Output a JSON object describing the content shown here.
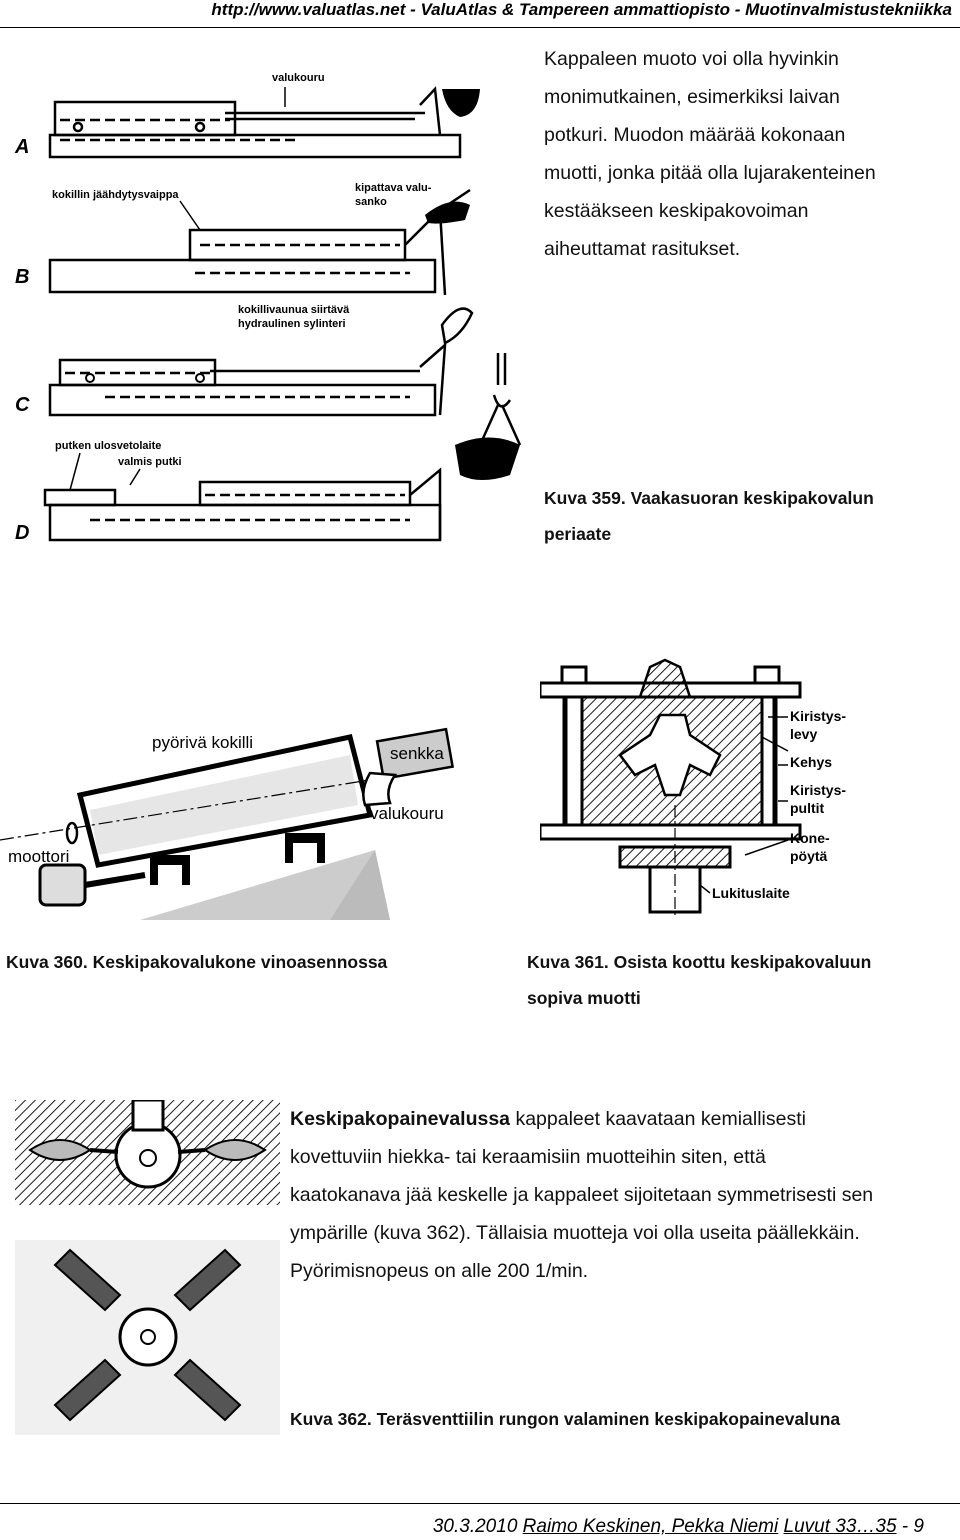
{
  "header": {
    "url_line": "http://www.valuatlas.net - ValuAtlas & Tampereen ammattiopisto - Muotinvalmistustekniikka"
  },
  "section1": {
    "paragraph_lines": [
      "Kappaleen muoto voi olla hyvinkin",
      "monimutkainen, esimerkiksi laivan",
      "potkuri. Muodon määrää kokonaan",
      "muotti, jonka pitää olla lujarakenteinen",
      "kestääkseen keskipakovoiman",
      "aiheuttamat rasitukset."
    ],
    "caption_lines": [
      "Kuva 359. Vaakasuoran keskipakovalun",
      "periaate"
    ],
    "figure_labels": {
      "a": "A",
      "b": "B",
      "c": "C",
      "d": "D",
      "valukouru": "valukouru",
      "kokillin_jaahdytysvaippa": "kokillin jäähdytysvaippa",
      "kipattava_line1": "kipattava valu-",
      "kipattava_line2": "sanko",
      "hydraulinen_line1": "kokillivaunua siirtävä",
      "hydraulinen_line2": "hydraulinen sylinteri",
      "putken_ulosvetolaite": "putken ulosvetolaite",
      "valmis_putki": "valmis putki"
    }
  },
  "section2": {
    "fig360_labels": {
      "pyoriva_kokilli": "pyörivä kokilli",
      "senkka": "senkka",
      "valukouru": "valukouru",
      "moottori": "moottori"
    },
    "fig361_labels": {
      "kiristys_line1": "Kiristys-",
      "kiristys_line2": "levy",
      "kehys": "Kehys",
      "pultit_line1": "Kiristys-",
      "pultit_line2": "pultit",
      "kone_line1": "Kone-",
      "kone_line2": "pöytä",
      "lukituslaite": "Lukituslaite"
    },
    "caption_360": "Kuva 360. Keskipakovalukone vinoasennossa",
    "caption_361_lines": [
      "Kuva 361. Osista koottu keskipakovaluun",
      "sopiva muotti"
    ]
  },
  "section3": {
    "paragraph_bold": "Keskipakopainevalussa",
    "paragraph_lines": [
      " kappaleet kaavataan kemiallisesti",
      "kovettuviin hiekka- tai keraamisiin muotteihin siten, että",
      "kaatokanava jää keskelle ja kappaleet sijoitetaan symmetrisesti sen",
      "ympärille (kuva 362). Tällaisia muotteja voi olla useita päällekkäin.",
      "Pyörimisnopeus on alle 200 1/min."
    ],
    "caption_362": "Kuva 362. Teräsventtiilin rungon valaminen keskipakopainevaluna"
  },
  "footer": {
    "date": "30.3.2010",
    "authors": "Raimo Keskinen, Pekka Niemi",
    "chapter": "Luvut 33…35",
    "page_sep": " - ",
    "page": "9"
  }
}
